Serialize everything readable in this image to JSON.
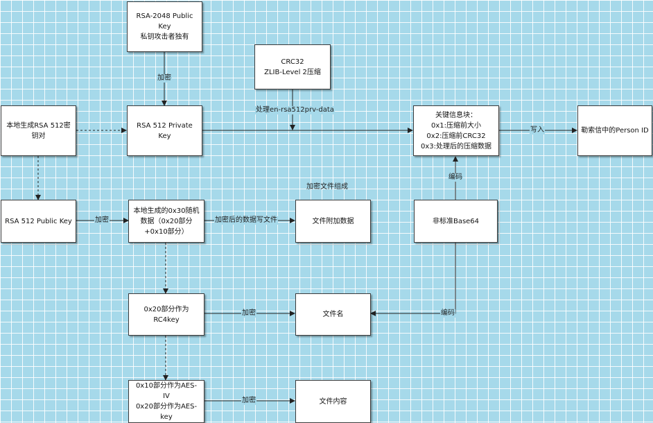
{
  "nodes": {
    "rsa2048": [
      "RSA-2048 Public Key",
      "私钥攻击者独有"
    ],
    "crc32": [
      "CRC32",
      "ZLIB-Level 2压缩"
    ],
    "local_rsa512": [
      "本地生成RSA 512密",
      "钥对"
    ],
    "rsa512_private": [
      "RSA 512 Private Key"
    ],
    "key_info": [
      "关键信息块：",
      "0x1:压缩前大小",
      "0x2:压缩前CRC32",
      "0x3:处理后的压缩数据"
    ],
    "person_id": [
      "勒索信中的Person ID"
    ],
    "rsa512_public": [
      "RSA 512 Public Key"
    ],
    "random30": [
      "本地生成的0x30随机",
      "数据（0x20部分",
      "+0x10部分）"
    ],
    "file_extra": [
      "文件附加数据"
    ],
    "base64": [
      "非标准Base64"
    ],
    "rc4key": [
      "0x20部分作为RC4key"
    ],
    "filename": [
      "文件名"
    ],
    "aes": [
      "0x10部分作为AES- IV",
      "0x20部分作为AES-key"
    ],
    "file_content": [
      "文件内容"
    ]
  },
  "labels": {
    "encrypt_1": "加密",
    "process": "处理en-rsa512prv-data",
    "write_in": "写入",
    "encrypt_2": "加密",
    "write_after_encrypt": "加密后的数据写文件",
    "file_composition": "加密文件组成",
    "encode_1": "编码",
    "encrypt_3": "加密",
    "encode_2": "编码",
    "encrypt_4": "加密"
  }
}
